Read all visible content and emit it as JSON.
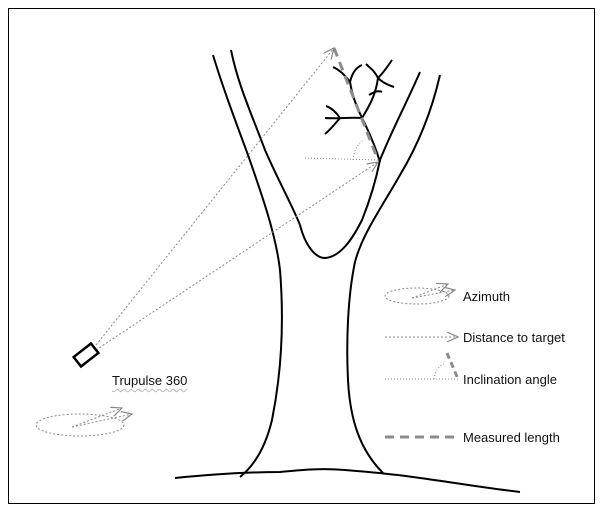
{
  "device_label": "Trupulse 360",
  "legend": {
    "azimuth": "Azimuth",
    "distance": "Distance to target",
    "inclination": "Inclination angle",
    "measured_length": "Measured length"
  },
  "colors": {
    "tree": "#000000",
    "dotted_line": "#8a8a8a",
    "measured_length": "#8c8c8c",
    "device": "#000000"
  }
}
